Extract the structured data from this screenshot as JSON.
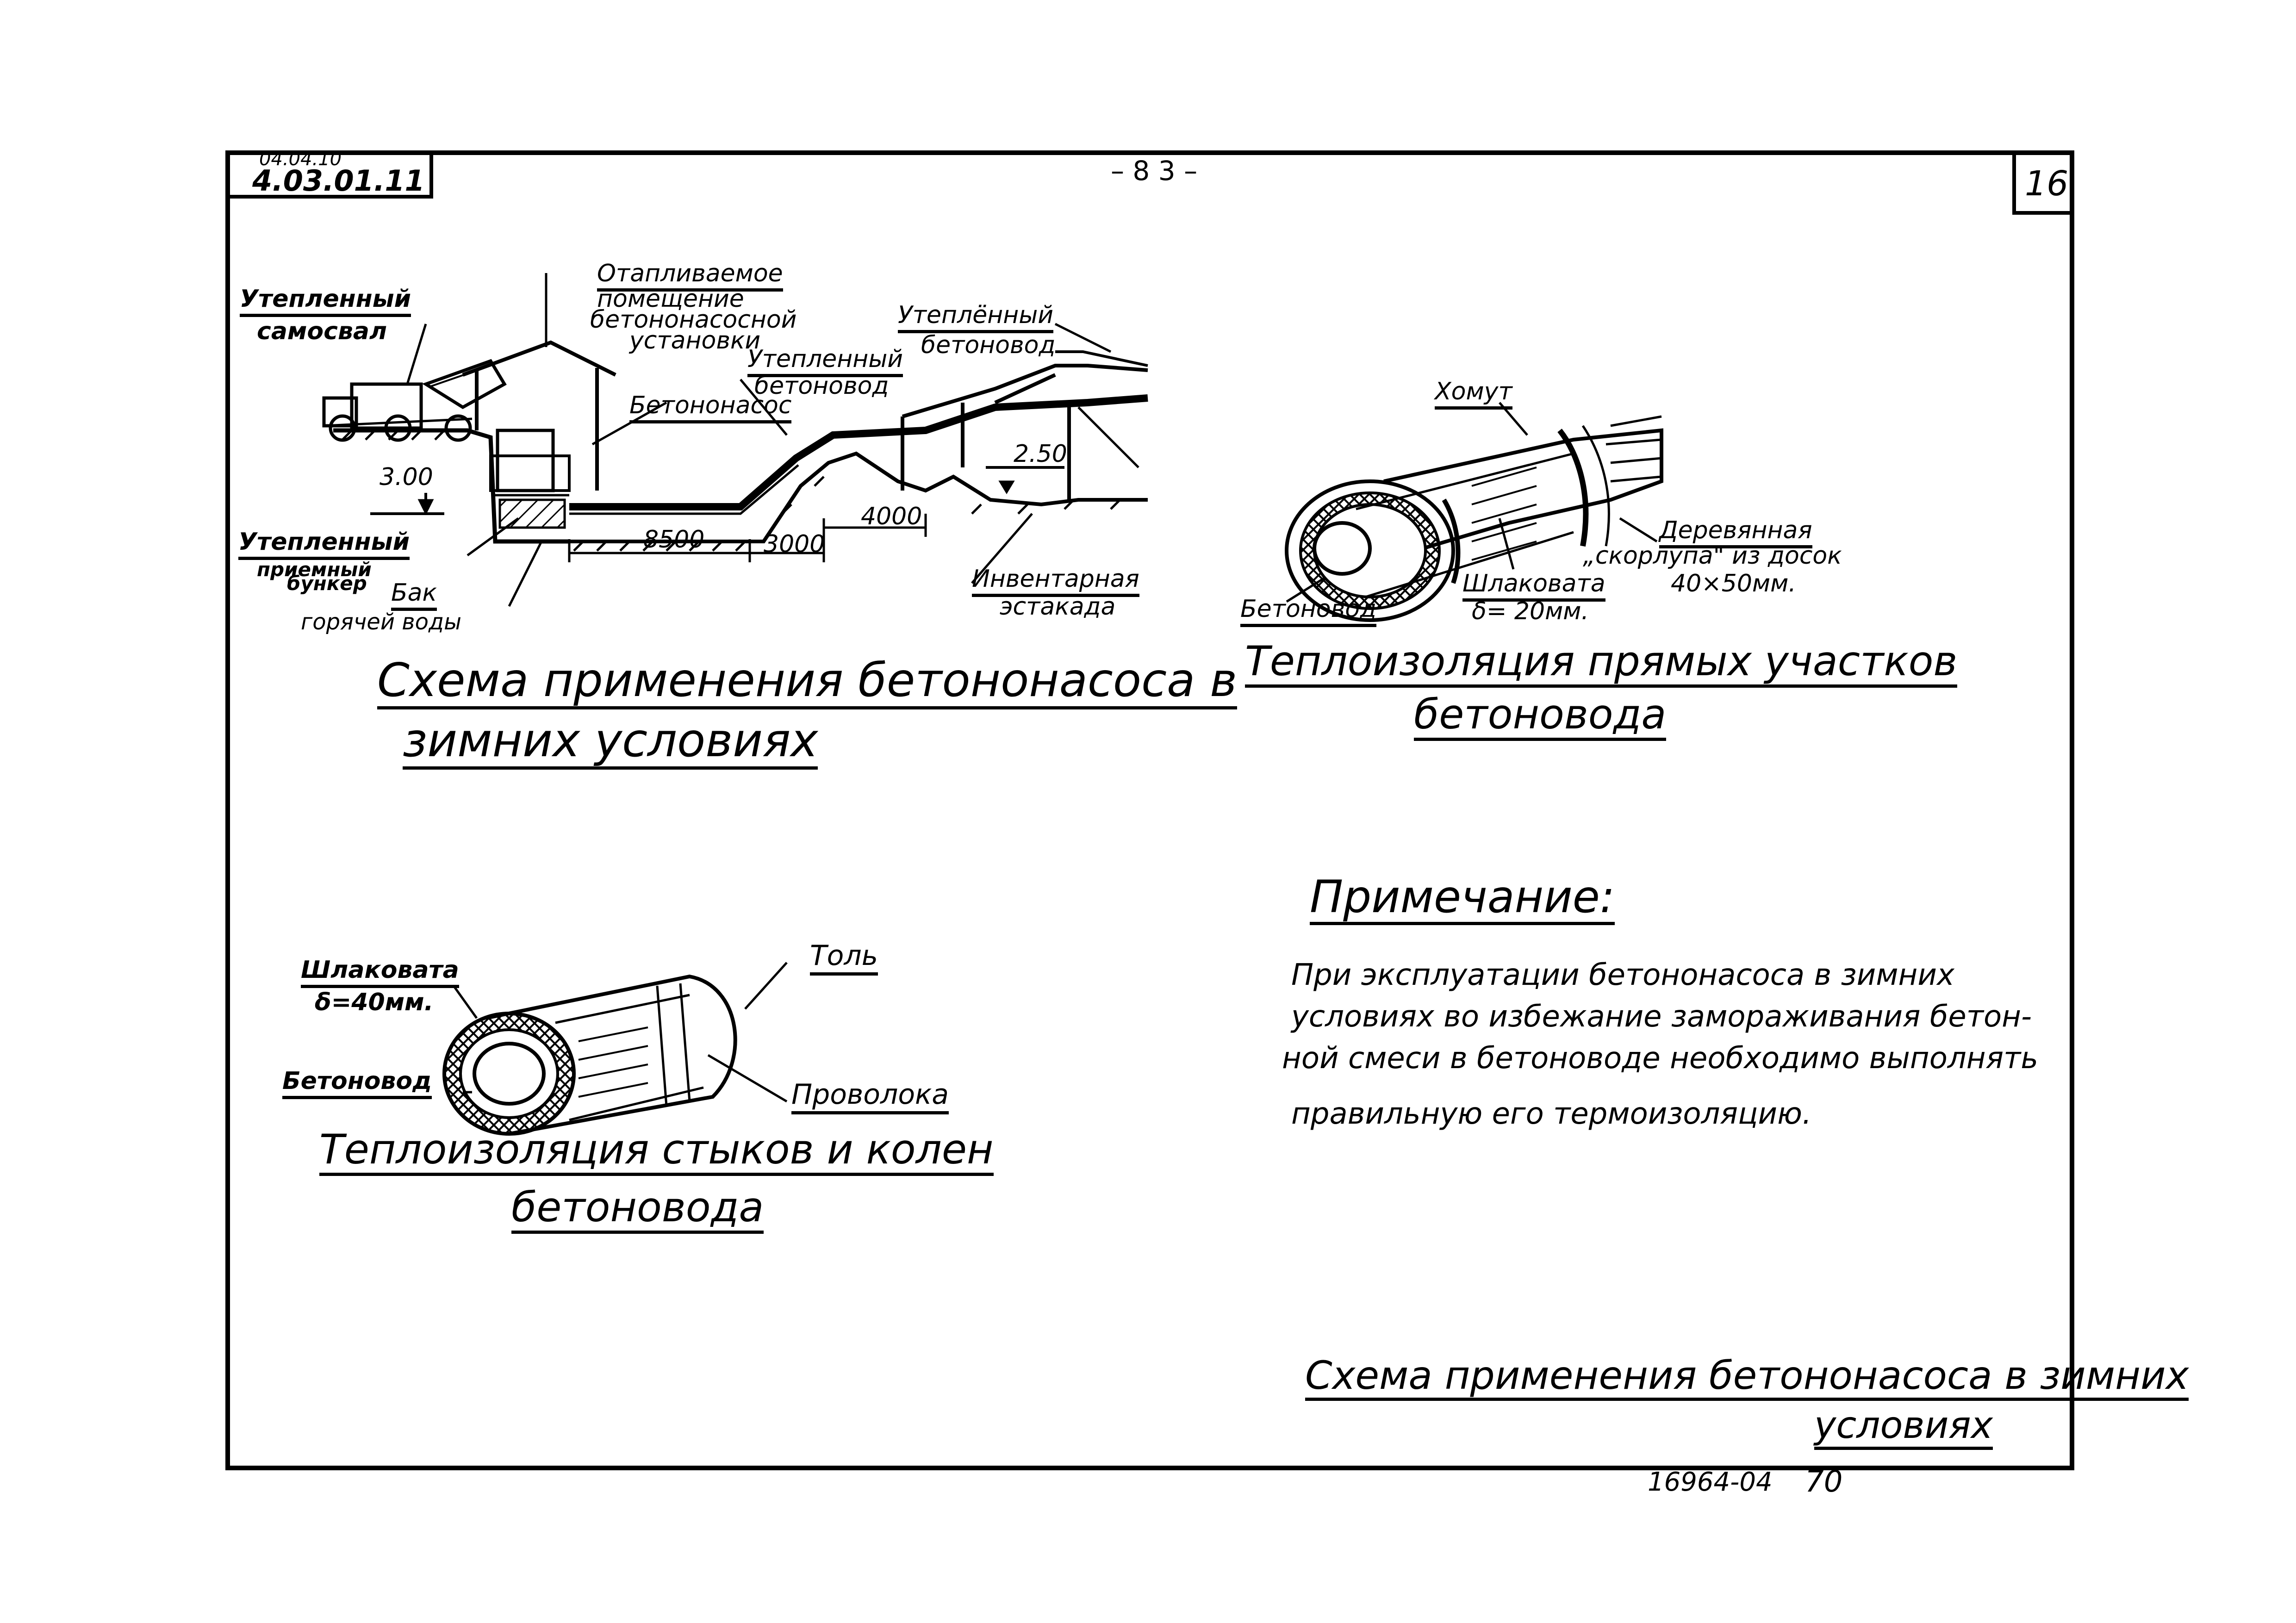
{
  "header": {
    "code_old": "04.04.10",
    "code": "4.03.01.11",
    "page_number": "– 8 3 –",
    "sheet_number": "16"
  },
  "scheme": {
    "labels": {
      "insulated_truck_1": "Утепленный",
      "insulated_truck_2": "самосвал",
      "heated_room_1": "Отапливаемое",
      "heated_room_2": "помещение",
      "heated_room_3": "бетононасосной",
      "heated_room_4": "установки",
      "insulated_pipe_a_1": "Утеплённый",
      "insulated_pipe_a_2": "бетоновод",
      "insulated_pipe_b_1": "Утепленный",
      "insulated_pipe_b_2": "бетоновод",
      "pump": "Бетононасос",
      "hopper_1": "Утепленный",
      "hopper_2": "приемный",
      "hopper_3": "бункер",
      "tank_1": "Бак",
      "tank_2": "горячей воды",
      "trestle_1": "Инвентарная",
      "trestle_2": "эстакада"
    },
    "dimensions": {
      "level_left": "3.00",
      "level_right": "2.50",
      "d1": "8500",
      "d2": "3000",
      "d3": "4000"
    },
    "title_1": "Схема применения бетононасоса в",
    "title_2": "зимних условиях"
  },
  "straight_section": {
    "labels": {
      "clamp": "Хомут",
      "wood_1": "Деревянная",
      "wood_2": "„скорлупа\" из досок",
      "wood_3": "40×50мм.",
      "slag_1": "Шлаковата",
      "slag_2": "δ= 20мм.",
      "pipe": "Бетоновод"
    },
    "title_1": "Теплоизоляция прямых участков",
    "title_2": "бетоновода"
  },
  "joints": {
    "labels": {
      "slag_1": "Шлаковата",
      "slag_2": "δ=40мм.",
      "pipe": "Бетоновод",
      "tol": "Толь",
      "wire": "Проволока"
    },
    "title_1": "Теплоизоляция стыков и колен",
    "title_2": "бетоновода"
  },
  "note": {
    "heading": "Примечание:",
    "lines": [
      "При эксплуатации бетононасоса в зимних",
      "условиях во избежание замораживания бетон-",
      "ной смеси в бетоноводе необходимо выполнять",
      "правильную его термоизоляцию."
    ]
  },
  "stamp": {
    "title_1": "Схема применения бетононасоса в зимних",
    "title_2": "условиях"
  },
  "footer": {
    "inventory": "16964-04",
    "page": "70"
  }
}
